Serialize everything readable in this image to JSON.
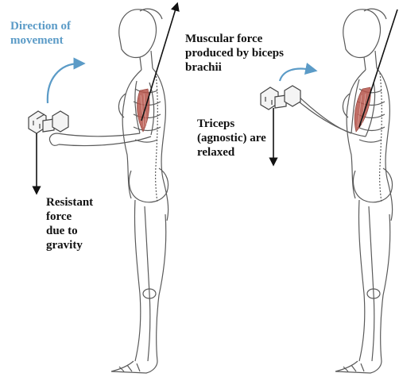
{
  "labels": {
    "direction": "Direction of\nmovement",
    "muscular_force": "Muscular force\nproduced by biceps\nbrachii",
    "triceps": "Triceps\n(agnostic) are\nrelaxed",
    "resistant_force": "Resistant\nforce\ndue to\ngravity"
  },
  "colors": {
    "direction_text": "#5b9bc7",
    "direction_arrow": "#5b9bc7",
    "muscle": "#b5544a",
    "force_arrow": "#111111",
    "outline": "#5a5a5a"
  }
}
